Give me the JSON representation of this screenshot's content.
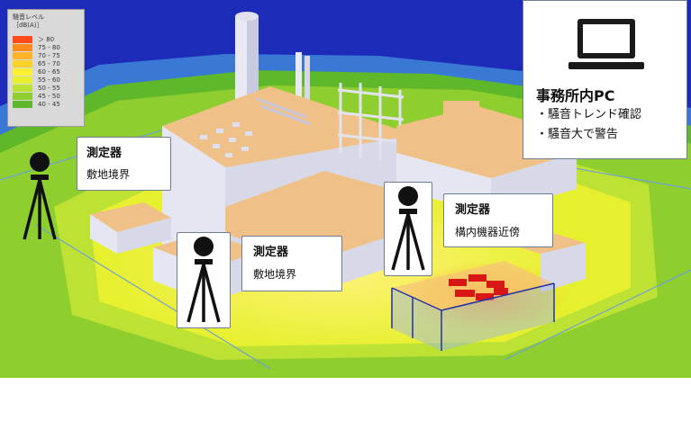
{
  "legend": {
    "title": "騒音レベル",
    "unit": "［dB(A)］",
    "bands": [
      {
        "label": "＞ 80",
        "color": "#ff4a1a"
      },
      {
        "label": "75 - 80",
        "color": "#ff8b1a"
      },
      {
        "label": "70 - 75",
        "color": "#ffb22a"
      },
      {
        "label": "65 - 70",
        "color": "#ffd12a"
      },
      {
        "label": "60 - 65",
        "color": "#ffef33"
      },
      {
        "label": "55 - 60",
        "color": "#e7f02f"
      },
      {
        "label": "50 - 55",
        "color": "#bde233"
      },
      {
        "label": "45 - 50",
        "color": "#8ece2e"
      },
      {
        "label": "40 - 45",
        "color": "#5fb82a"
      }
    ]
  },
  "meters": [
    {
      "title": "測定器",
      "subtitle": "敷地境界"
    },
    {
      "title": "測定器",
      "subtitle": "敷地境界"
    },
    {
      "title": "測定器",
      "subtitle": "構内機器近傍"
    }
  ],
  "office_pc": {
    "icon": "laptop-icon",
    "title": "事務所内PC",
    "items": [
      "騒音トレンド確認",
      "騒音大で警告"
    ]
  },
  "colors": {
    "background_far": "#1c2bb8",
    "ground_green": "#8cd23a",
    "ground_yellow": "#e7ef34",
    "building_roof": "#f0c089",
    "building_wall": "#e5e6f2",
    "hotspot": "#d81616",
    "callout_border": "#6f7f93"
  }
}
